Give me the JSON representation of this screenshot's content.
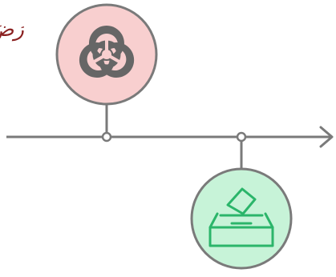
{
  "timeline": {
    "partial_text": "رَضَ",
    "colors": {
      "axis": "#7a7a7a",
      "text": "#8a2020",
      "hazard_fill": "#f8cfcf",
      "hazard_icon": "#666666",
      "vote_fill": "#c7f3d8",
      "vote_icon": "#2bb56a",
      "node_stroke": "#7a7a7a"
    },
    "events": [
      {
        "icon": "biohazard-icon",
        "side": "above"
      },
      {
        "icon": "ballot-box-icon",
        "side": "below"
      }
    ]
  }
}
